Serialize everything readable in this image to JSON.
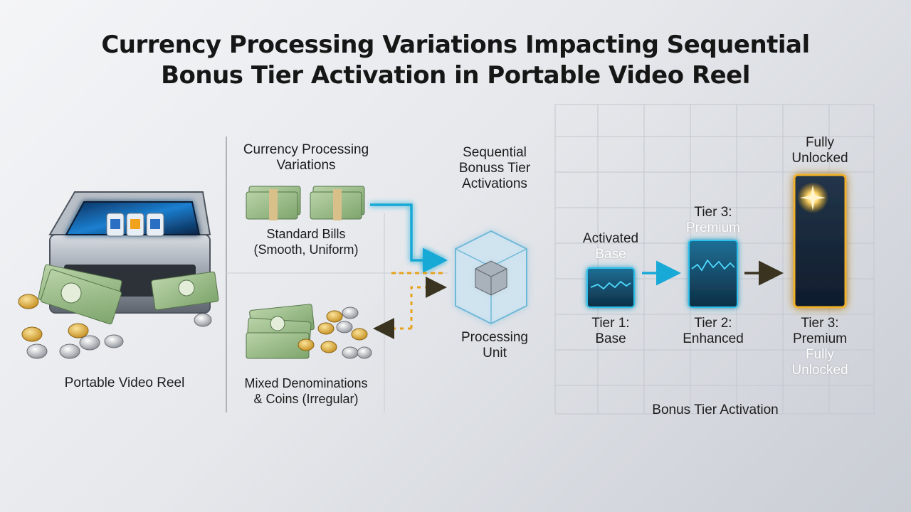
{
  "title": {
    "line1": "Currency Processing Variations Impacting Sequential",
    "line2": "Bonus Tier Activation in Portable Video Reel"
  },
  "machine": {
    "label": "Portable Video Reel"
  },
  "currency": {
    "heading": "Currency Processing Variations",
    "standard_line1": "Standard Bills",
    "standard_line2": "(Smooth, Uniform)",
    "mixed_line1": "Mixed Denominations",
    "mixed_line2": "& Coins (Irregular)"
  },
  "processor": {
    "heading": "Sequential Bonuss Tier Activations",
    "heading_line1": "Sequential",
    "heading_line2": "Bonuss Tier",
    "heading_line3": "Activations",
    "label_line1": "Processing",
    "label_line2": "Unit"
  },
  "tiers": {
    "tier1_top_line1": "Activated",
    "tier1_top_line2": "Base",
    "tier1_bottom_line1": "Tier 1:",
    "tier1_bottom_line2": "Base",
    "tier2_top_line1": "Tier 3:",
    "tier2_top_line2": "Premium",
    "tier2_bottom_line1": "Tier 2:",
    "tier2_bottom_line2": "Enhanced",
    "tier3_top_line1": "Fully",
    "tier3_top_line2": "Unlocked",
    "tier3_bottom_line1": "Tier 3:",
    "tier3_bottom_line2": "Premium",
    "tier3_bottom_line3": "Fully",
    "tier3_bottom_line4": "Unlocked",
    "grid_label": "Bonus Tier Activation"
  },
  "colors": {
    "accent_blue": "#19a9d6",
    "accent_gold": "#e8a11a",
    "arrow_dark": "#3a3320"
  }
}
